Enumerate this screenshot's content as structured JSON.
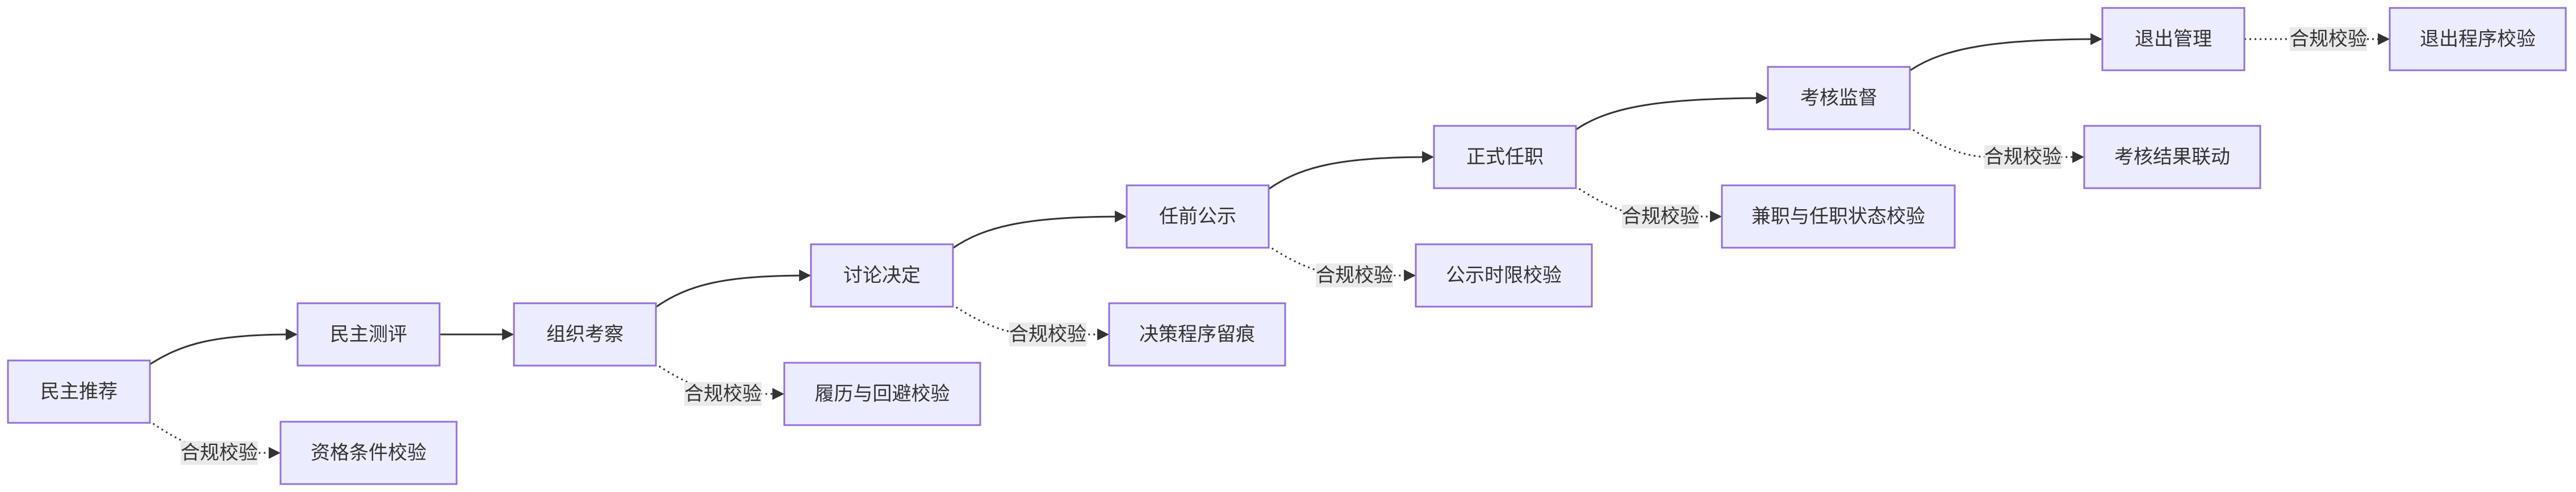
{
  "nodes": [
    {
      "id": "n1",
      "label": "民主推荐"
    },
    {
      "id": "n2",
      "label": "民主测评"
    },
    {
      "id": "n3",
      "label": "组织考察"
    },
    {
      "id": "n4",
      "label": "讨论决定"
    },
    {
      "id": "n5",
      "label": "任前公示"
    },
    {
      "id": "n6",
      "label": "正式任职"
    },
    {
      "id": "n7",
      "label": "考核监督"
    },
    {
      "id": "n8",
      "label": "退出管理"
    },
    {
      "id": "c1",
      "label": "资格条件校验"
    },
    {
      "id": "c3",
      "label": "履历与回避校验"
    },
    {
      "id": "c4",
      "label": "决策程序留痕"
    },
    {
      "id": "c5",
      "label": "公示时限校验"
    },
    {
      "id": "c6",
      "label": "兼职与任职状态校验"
    },
    {
      "id": "c7",
      "label": "考核结果联动"
    },
    {
      "id": "c8",
      "label": "退出程序校验"
    }
  ],
  "edges": [
    {
      "from": "n1",
      "to": "n2",
      "style": "solid",
      "label": ""
    },
    {
      "from": "n2",
      "to": "n3",
      "style": "solid",
      "label": ""
    },
    {
      "from": "n3",
      "to": "n4",
      "style": "solid",
      "label": ""
    },
    {
      "from": "n4",
      "to": "n5",
      "style": "solid",
      "label": ""
    },
    {
      "from": "n5",
      "to": "n6",
      "style": "solid",
      "label": ""
    },
    {
      "from": "n6",
      "to": "n7",
      "style": "solid",
      "label": ""
    },
    {
      "from": "n7",
      "to": "n8",
      "style": "solid",
      "label": ""
    },
    {
      "from": "n1",
      "to": "c1",
      "style": "dotted",
      "label": "合规校验"
    },
    {
      "from": "n3",
      "to": "c3",
      "style": "dotted",
      "label": "合规校验"
    },
    {
      "from": "n4",
      "to": "c4",
      "style": "dotted",
      "label": "合规校验"
    },
    {
      "from": "n5",
      "to": "c5",
      "style": "dotted",
      "label": "合规校验"
    },
    {
      "from": "n6",
      "to": "c6",
      "style": "dotted",
      "label": "合规校验"
    },
    {
      "from": "n7",
      "to": "c7",
      "style": "dotted",
      "label": "合规校验"
    },
    {
      "from": "n8",
      "to": "c8",
      "style": "dotted",
      "label": "合规校验"
    }
  ],
  "colors": {
    "node_fill": "#ececff",
    "node_stroke": "#9370db",
    "edge": "#333333",
    "edge_label_bg": "#e8e8e8"
  }
}
